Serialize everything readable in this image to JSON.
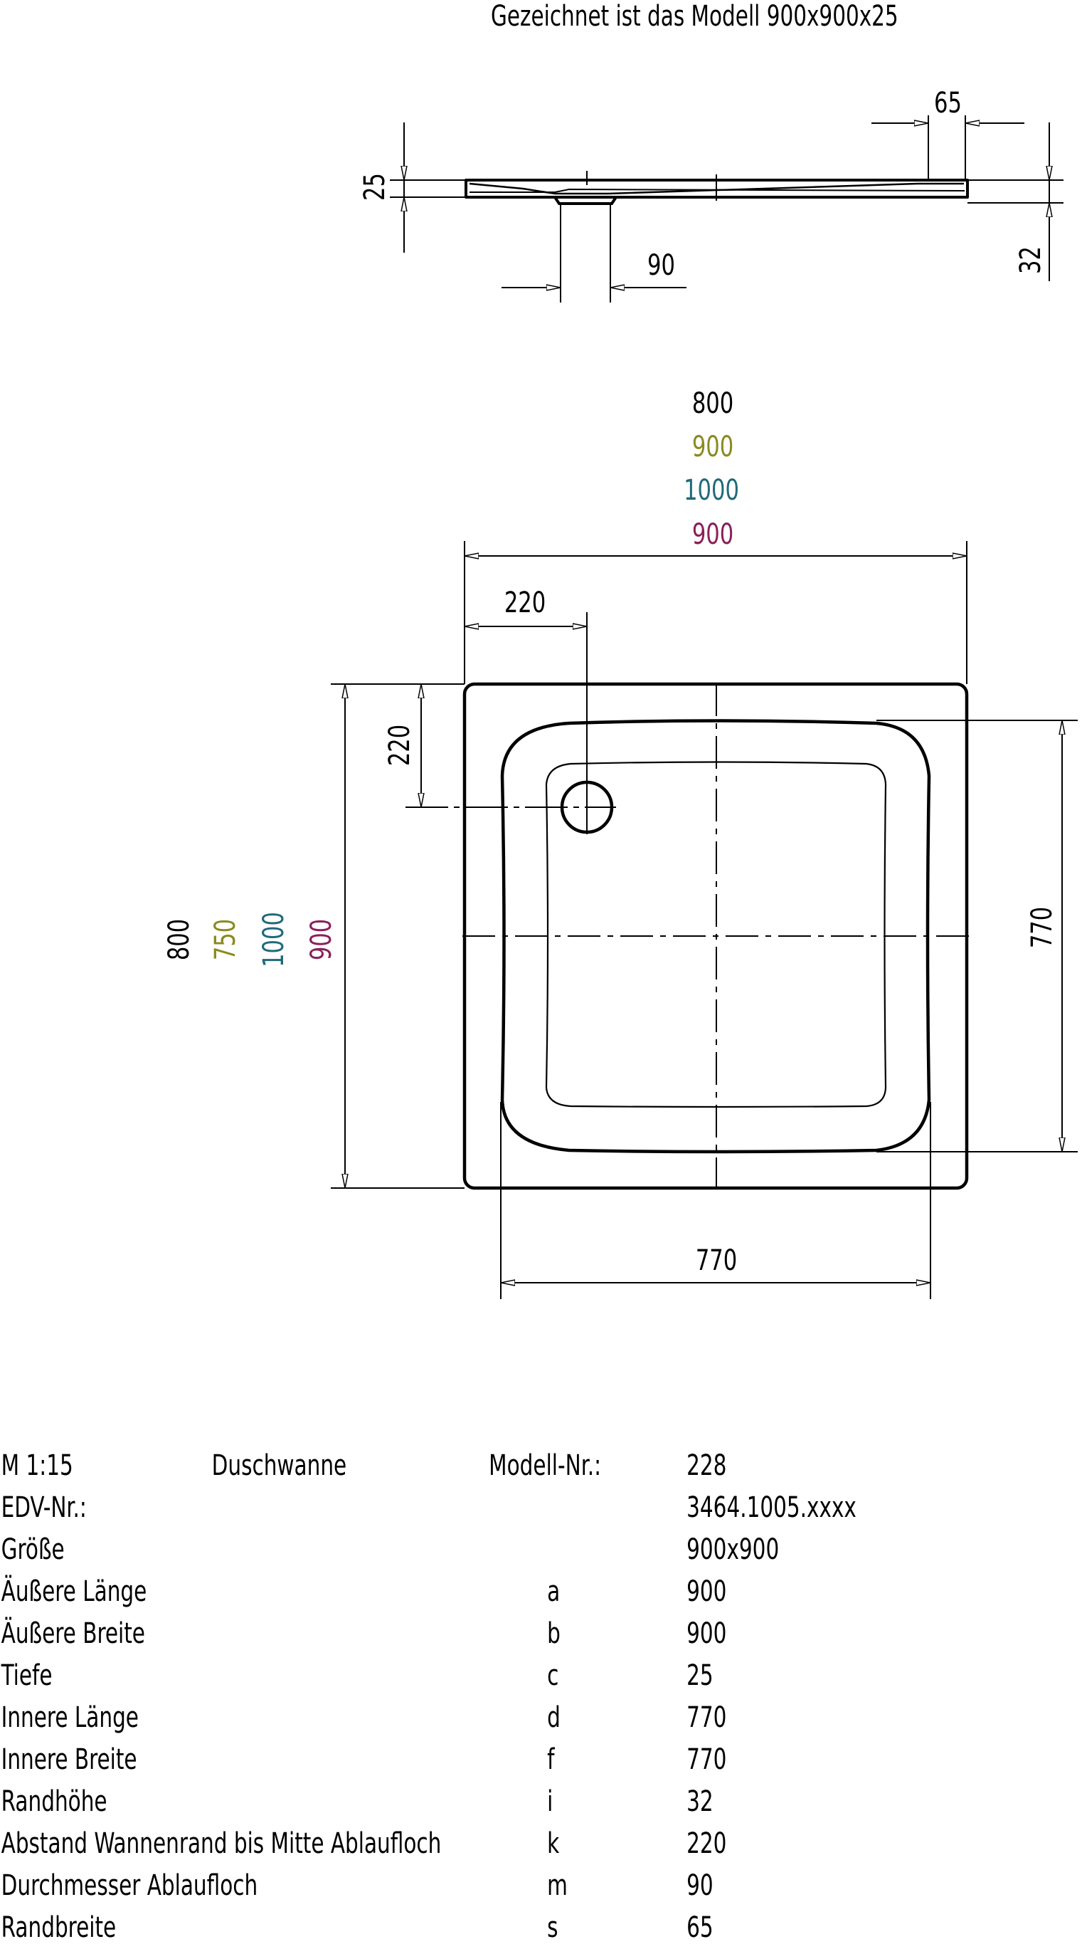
{
  "caption": "Gezeichnet ist das Modell 900x900x25",
  "section_view": {
    "dim_rim_height": "25",
    "dim_rim_width": "65",
    "dim_drain": "90",
    "dim_depth": "32"
  },
  "plan_view": {
    "width_variants": [
      {
        "value": "800",
        "color": "#000000"
      },
      {
        "value": "900",
        "color": "#8a8a1f"
      },
      {
        "value": "1000",
        "color": "#1f6a7a"
      },
      {
        "value": "900",
        "color": "#8a1f5a"
      }
    ],
    "length_variants": [
      {
        "value": "800",
        "color": "#000000"
      },
      {
        "value": "750",
        "color": "#8a8a1f"
      },
      {
        "value": "1000",
        "color": "#1f6a7a"
      },
      {
        "value": "900",
        "color": "#8a1f5a"
      }
    ],
    "dim_drain_x": "220",
    "dim_drain_y": "220",
    "dim_inner_length": "770",
    "dim_inner_width": "770"
  },
  "spec_header": {
    "scale": "M 1:15",
    "product": "Duschwanne",
    "model_label": "Modell-Nr.:",
    "model_value": "228"
  },
  "spec_rows": [
    {
      "label": "EDV-Nr.:",
      "letter": "",
      "value": "3464.1005.xxxx"
    },
    {
      "label": "Größe",
      "letter": "",
      "value": "900x900"
    },
    {
      "label": "Äußere Länge",
      "letter": "a",
      "value": "900"
    },
    {
      "label": "Äußere Breite",
      "letter": "b",
      "value": "900"
    },
    {
      "label": "Tiefe",
      "letter": "c",
      "value": "25"
    },
    {
      "label": "Innere Länge",
      "letter": "d",
      "value": "770"
    },
    {
      "label": "Innere Breite",
      "letter": "f",
      "value": "770"
    },
    {
      "label": "Randhöhe",
      "letter": "i",
      "value": "32"
    },
    {
      "label": "Abstand Wannenrand bis Mitte Ablaufloch",
      "letter": "k",
      "value": "220"
    },
    {
      "label": "Durchmesser Ablaufloch",
      "letter": "m",
      "value": "90"
    },
    {
      "label": "Randbreite",
      "letter": "s",
      "value": "65"
    }
  ]
}
